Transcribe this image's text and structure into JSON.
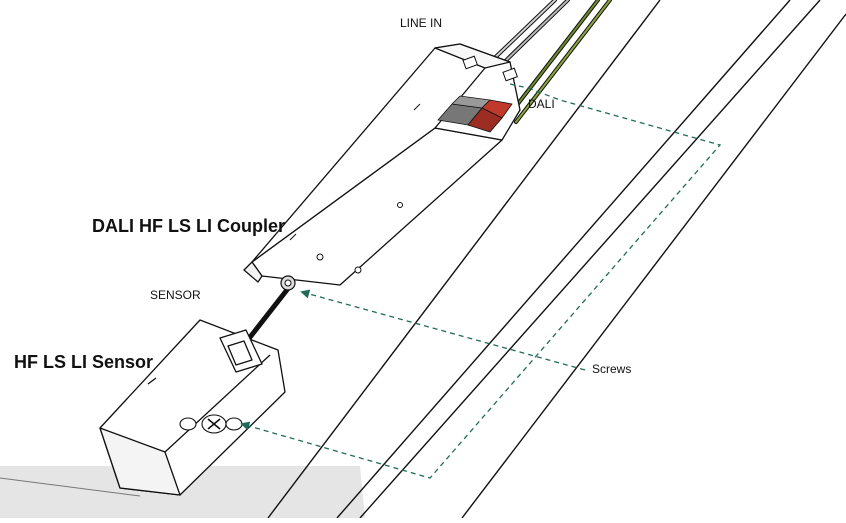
{
  "labels": {
    "line_in": "LINE IN",
    "dali": "DALI",
    "coupler": "DALI HF LS LI Coupler",
    "sensor": "SENSOR",
    "hf_sensor": "HF LS LI Sensor",
    "screws": "Screws"
  },
  "colors": {
    "line": "#111111",
    "callout": "#1f6b5a",
    "floor": "#e5e5e5",
    "wire_green": "#6f8a2a",
    "wire_grey": "#b8b8b8",
    "terminal_red": "#c0392b",
    "terminal_grey": "#777777"
  }
}
